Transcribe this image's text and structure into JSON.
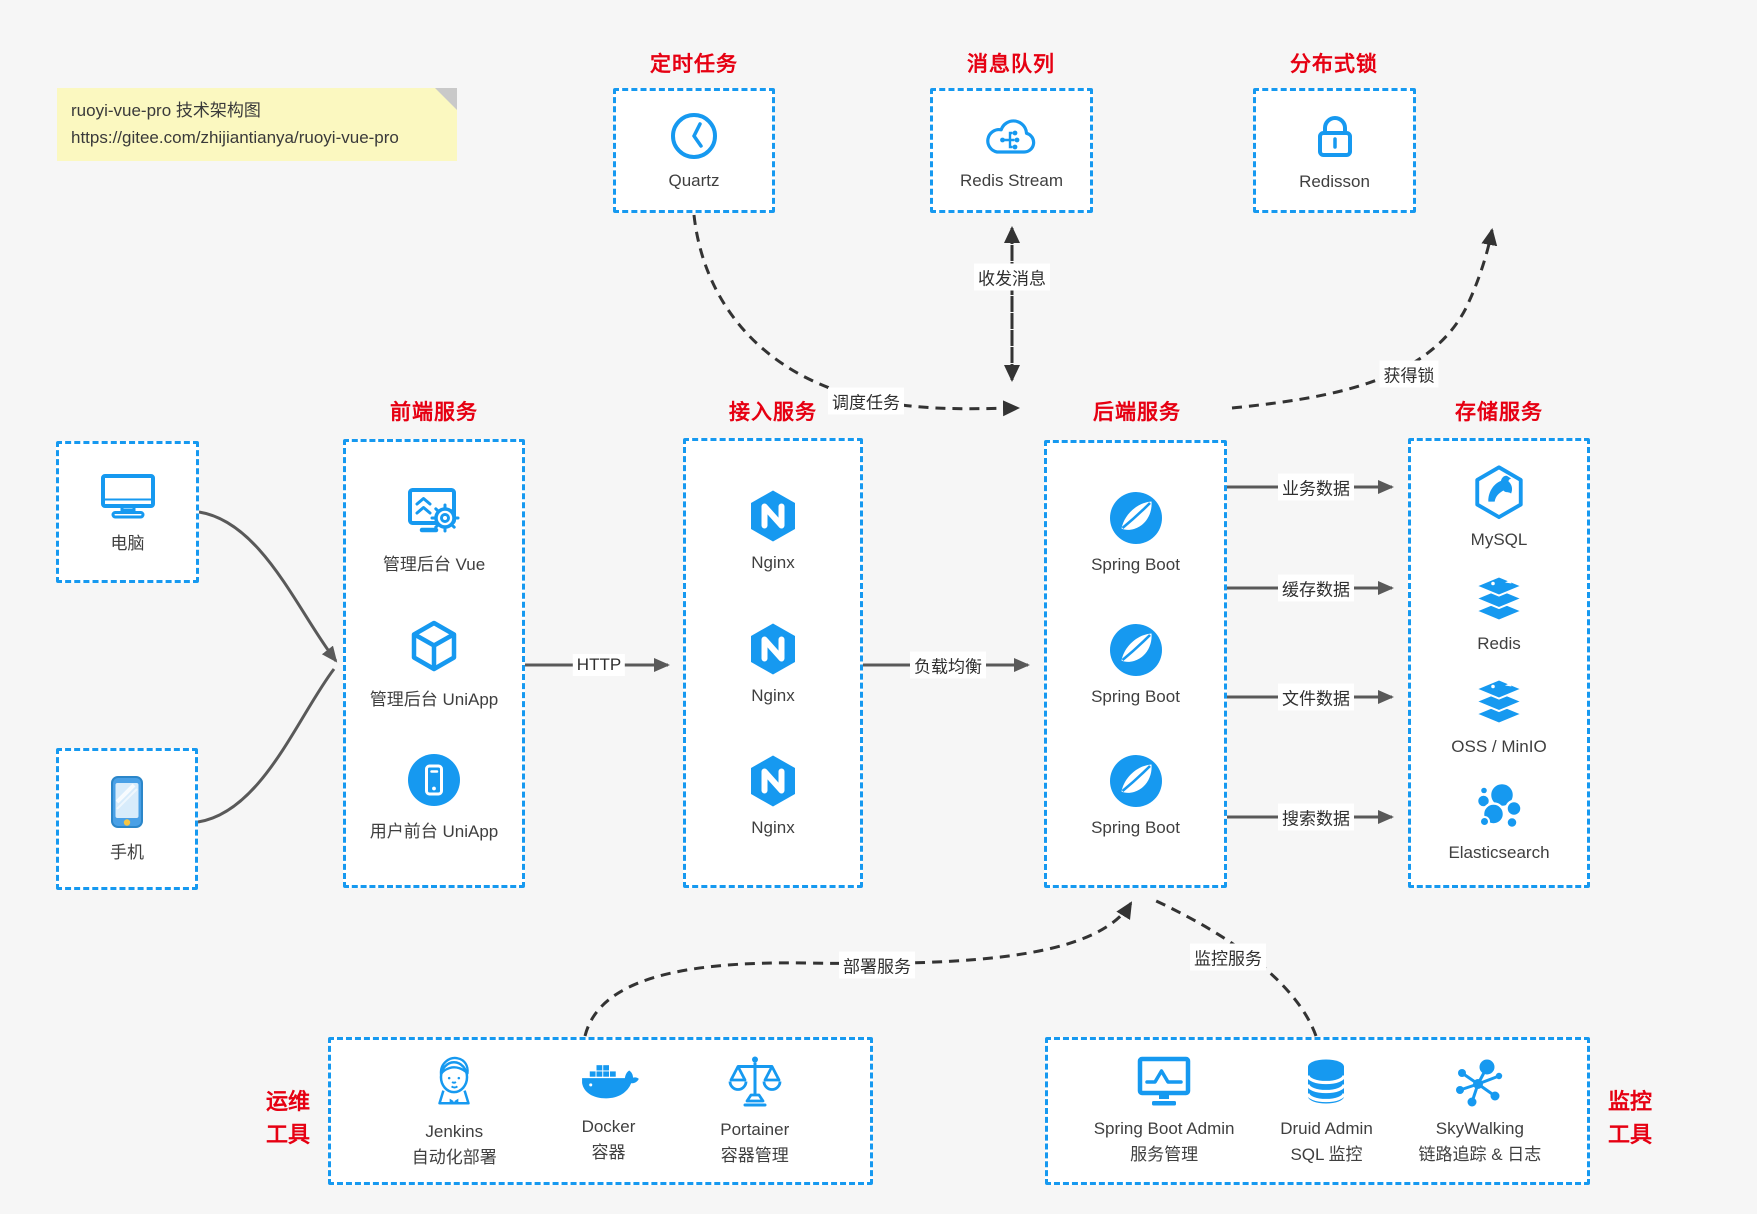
{
  "note": {
    "line1": "ruoyi-vue-pro 技术架构图",
    "line2": "https://gitee.com/zhijiantianya/ruoyi-vue-pro"
  },
  "colors": {
    "accent_blue": "#1699f0",
    "title_red": "#e60012",
    "note_bg": "#fbf8c0",
    "arrow_gray": "#595959",
    "arrow_dark": "#333333",
    "page_bg": "#f6f6f6"
  },
  "top_groups": [
    {
      "title": "定时任务",
      "node": {
        "icon": "clock-icon",
        "label": "Quartz"
      }
    },
    {
      "title": "消息队列",
      "node": {
        "icon": "cloud-stream-icon",
        "label": "Redis Stream"
      }
    },
    {
      "title": "分布式锁",
      "node": {
        "icon": "lock-icon",
        "label": "Redisson"
      }
    }
  ],
  "clients": [
    {
      "icon": "desktop-icon",
      "label": "电脑"
    },
    {
      "icon": "mobile-phone-icon",
      "label": "手机"
    }
  ],
  "columns": [
    {
      "title": "前端服务",
      "items": [
        {
          "icon": "admin-vue-icon",
          "label": "管理后台 Vue"
        },
        {
          "icon": "uniapp-cube-icon",
          "label": "管理后台 UniApp"
        },
        {
          "icon": "user-uniapp-icon",
          "label": "用户前台 UniApp"
        }
      ]
    },
    {
      "title": "接入服务",
      "items": [
        {
          "icon": "nginx-icon",
          "label": "Nginx"
        },
        {
          "icon": "nginx-icon",
          "label": "Nginx"
        },
        {
          "icon": "nginx-icon",
          "label": "Nginx"
        }
      ]
    },
    {
      "title": "后端服务",
      "items": [
        {
          "icon": "spring-boot-icon",
          "label": "Spring Boot"
        },
        {
          "icon": "spring-boot-icon",
          "label": "Spring Boot"
        },
        {
          "icon": "spring-boot-icon",
          "label": "Spring Boot"
        }
      ]
    },
    {
      "title": "存储服务",
      "items": [
        {
          "icon": "mysql-icon",
          "label": "MySQL"
        },
        {
          "icon": "redis-layers-icon",
          "label": "Redis"
        },
        {
          "icon": "redis-layers-icon",
          "label": "OSS / MinIO"
        },
        {
          "icon": "elasticsearch-icon",
          "label": "Elasticsearch"
        }
      ]
    }
  ],
  "bottom_groups": {
    "ops": {
      "side": [
        "运维",
        "工具"
      ],
      "items": [
        {
          "icon": "jenkins-icon",
          "name": "Jenkins",
          "sub": "自动化部署"
        },
        {
          "icon": "docker-icon",
          "name": "Docker",
          "sub": "容器"
        },
        {
          "icon": "portainer-icon",
          "name": "Portainer",
          "sub": "容器管理"
        }
      ]
    },
    "monitoring": {
      "side": [
        "监控",
        "工具"
      ],
      "items": [
        {
          "icon": "spring-boot-admin-icon",
          "name": "Spring Boot Admin",
          "sub": "服务管理"
        },
        {
          "icon": "druid-icon",
          "name": "Druid Admin",
          "sub": "SQL 监控"
        },
        {
          "icon": "skywalking-icon",
          "name": "SkyWalking",
          "sub": "链路追踪 & 日志"
        }
      ]
    }
  },
  "edges": {
    "http": "HTTP",
    "load_balance": "负载均衡",
    "business_data": "业务数据",
    "cache_data": "缓存数据",
    "file_data": "文件数据",
    "search_data": "搜索数据",
    "schedule_task": "调度任务",
    "send_receive_message": "收发消息",
    "acquire_lock": "获得锁",
    "deploy_service": "部署服务",
    "monitor_service": "监控服务"
  }
}
